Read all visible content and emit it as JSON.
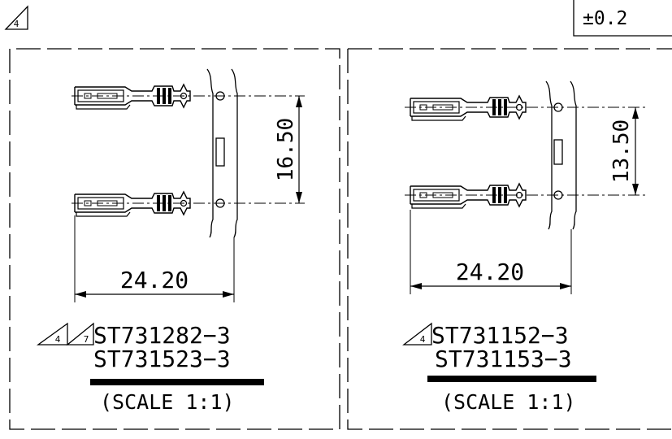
{
  "header": {
    "revision_mark": "4",
    "tolerance": "±0.2"
  },
  "left_view": {
    "dim_pitch": "16.50",
    "dim_length": "24.20",
    "rev_marks": [
      "4",
      "7"
    ],
    "part_numbers": [
      "ST731282−3",
      "ST731523−3"
    ],
    "scale": "(SCALE 1:1)"
  },
  "right_view": {
    "dim_pitch": "13.50",
    "dim_length": "24.20",
    "rev_marks": [
      "4"
    ],
    "part_numbers": [
      "ST731152−3",
      "ST731153−3"
    ],
    "scale": "(SCALE 1:1)"
  }
}
